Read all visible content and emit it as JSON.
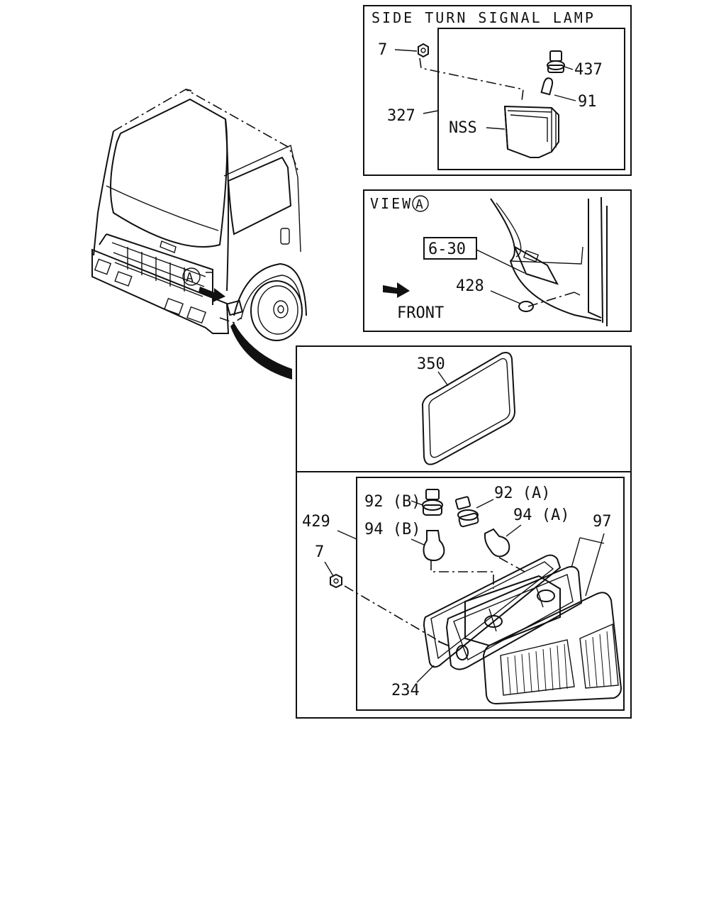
{
  "panel_side_lamp": {
    "title": "SIDE TURN SIGNAL LAMP",
    "labels": {
      "nut": "7",
      "socket": "437",
      "bulb": "91",
      "assembly": "327",
      "lens_note": "NSS"
    }
  },
  "panel_view_a": {
    "title": "VIEW",
    "marker": "A",
    "ref": "6-30",
    "grommet": "428",
    "direction": "FRONT"
  },
  "panel_lens": {
    "gasket": "350"
  },
  "panel_lamp_assembly": {
    "labels": {
      "assembly": "429",
      "nut": "7",
      "socket_b": "92 (B)",
      "socket_a": "92 (A)",
      "bulb_b": "94 (B)",
      "bulb_a": "94 (A)",
      "lens": "97",
      "gasket": "234"
    }
  },
  "truck_callout": {
    "marker": "A"
  }
}
